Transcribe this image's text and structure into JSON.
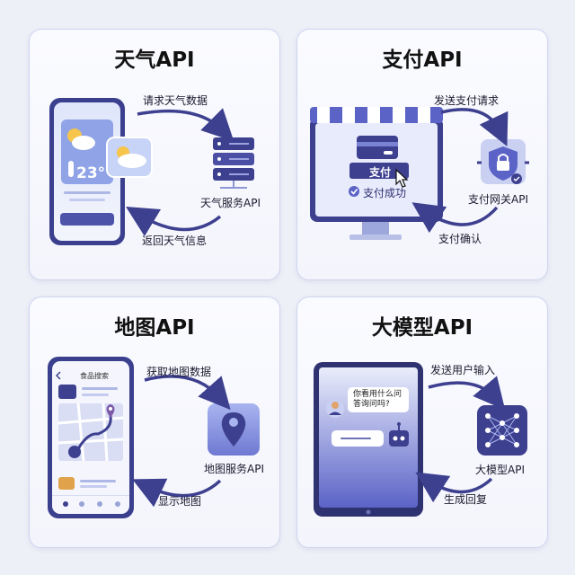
{
  "weather": {
    "title": "天气API",
    "request": "请求天气数据",
    "service": "天气服务API",
    "response": "返回天气信息",
    "temperature": "23°"
  },
  "payment": {
    "title": "支付API",
    "request": "发送支付请求",
    "service": "支付网关API",
    "response": "支付确认",
    "pay_button": "支付",
    "success": "支付成功"
  },
  "map": {
    "title": "地图API",
    "request": "获取地图数据",
    "service": "地图服务API",
    "response": "显示地图",
    "app_header": "食品搜索"
  },
  "llm": {
    "title": "大模型API",
    "request": "发送用户输入",
    "service": "大模型API",
    "response": "生成回复",
    "user_message": "你看用什么问答询问吗?"
  },
  "colors": {
    "primary": "#3d3f8f",
    "accent": "#5b63c7",
    "light": "#c9d0f2"
  }
}
